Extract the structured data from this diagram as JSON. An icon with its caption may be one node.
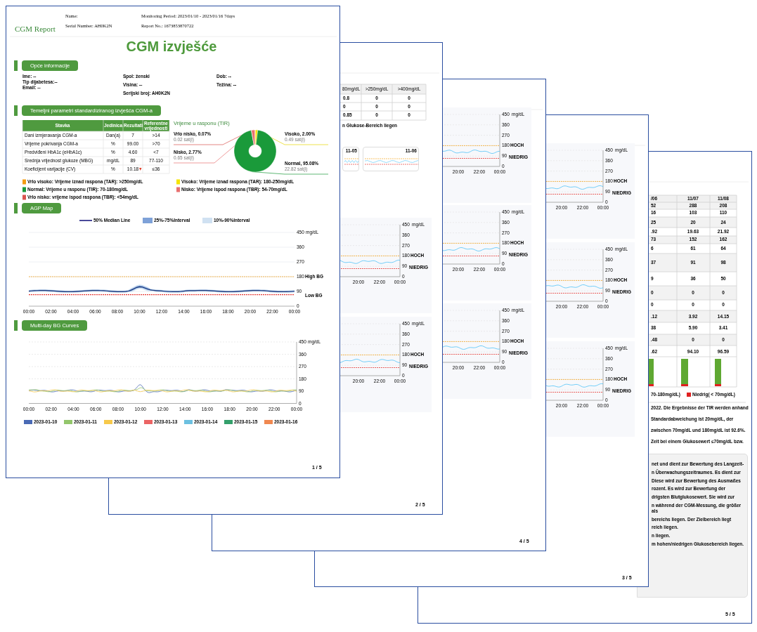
{
  "diagram": {
    "title": "CGM izvješće",
    "nodes": [
      {
        "text": [
          "Opće informacije"
        ]
      },
      {
        "text": [
          "Temeljni parametri standardiziranog izvješća CGM-a"
        ]
      },
      {
        "text": [],
        "shape": "picture"
      },
      {
        "text": [
          "Vrlo nisko, 0.07%",
          "0.02 sat(i)"
        ]
      },
      {
        "text": [
          "Nisko, 2.77%",
          "0.65 sat(i)"
        ]
      },
      {
        "text": [
          "Visoko, 2.00%",
          "0.49 sat(i)"
        ]
      },
      {
        "text": [
          "Normal, 95.08%",
          "22.82 sat(i)"
        ]
      },
      {
        "text": [
          "AGP Map"
        ]
      },
      {
        "text": [
          "Multi-day BG Curves"
        ]
      },
      {
        "text": [
          "11-05"
        ]
      },
      {
        "text": [
          "11-06"
        ]
      },
      {
        "text": [
          "net und dient zur Bewertung des Langzeit-",
          "n Überwachungszeitraumes. Es dient zur",
          "Diese wird zur Bewertung des Ausmaßes",
          "rozent. Es wird zur Bewertung der",
          "drigsten Blutglukosewert. Sie wird zur",
          "n während der CGM-Messung, die größer als",
          "bereichs liegen. Der Zielbereich liegt",
          "reich liegen.",
          "n liegen.",
          "m hohen/niedrigen Glukosebereich liegen."
        ]
      }
    ],
    "edges": [
      {
        "from": 3,
        "to": 2,
        "arrow": "none",
        "color": "#d9534f"
      },
      {
        "from": 4,
        "to": 2,
        "arrow": "none",
        "color": "#e87070"
      },
      {
        "from": 5,
        "to": 2,
        "arrow": "none",
        "color": "#e6d400"
      },
      {
        "from": 6,
        "to": 2,
        "arrow": "none",
        "color": "#1a9a3a"
      }
    ],
    "labels": [
      "CGM Report",
      "Name:",
      "Monitoring Period: 2023/01/10 - 2023/01/16 7days",
      "Serial Number: AH0K2N",
      "Report No.: 1673853870722",
      "Ime: --",
      "Spol: ženski",
      "Dob: --",
      "Tip dijabetesa:--",
      "Visina: --",
      "Težina: --",
      "Email: --",
      "Serijski broj: AH0K2N",
      "Stavka",
      "Jedinica",
      "Rezultati",
      "Referentne vrijednosti",
      "Dani izmjeravanja CGM-a",
      "Dan(a)",
      "7",
      ">14",
      "Vrijeme pokrivanja CGM-a",
      "%",
      "99.00",
      ">70",
      "Predviđeni HbA1c (eHbA1c)",
      "%",
      "4.60",
      "<7",
      "Srednja vrijednost glukoze (MBG)",
      "mg/dL",
      "89",
      "77-110",
      "Koeficijent varijacije (CV)",
      "%",
      "10.18",
      "≤36",
      "Vrijeme u rasponu (TIR)",
      "450",
      "mg/dL",
      "360",
      "270",
      "180",
      "High BG",
      "90",
      "Low BG",
      "0",
      "00:00",
      "02:00",
      "04:00",
      "06:00",
      "08:00",
      "10:00",
      "12:00",
      "14:00",
      "16:00",
      "18:00",
      "20:00",
      "22:00",
      "00:00",
      "450",
      "mg/dL",
      "360",
      "270",
      "180",
      "90",
      "0",
      "00:00",
      "02:00",
      "04:00",
      "06:00",
      "08:00",
      "10:00",
      "12:00",
      "14:00",
      "16:00",
      "18:00",
      "20:00",
      "22:00",
      "00:00",
      "1 / 5",
      "80mg/dL",
      ">250mg/dL",
      ">400mg/dL",
      "0.8",
      "0",
      "0",
      "0",
      "0",
      "0",
      "0.85",
      "0",
      "0",
      "n Glukose-Bereich liegen",
      "450",
      "mg/dL",
      "360",
      "270",
      "180",
      "HOCH",
      "90",
      "NIEDRIG",
      "0",
      "20:00",
      "22:00",
      "00:00",
      "450",
      "mg/dL",
      "360",
      "270",
      "180",
      "HOCH",
      "90",
      "NIEDRIG",
      "0",
      "20:00",
      "22:00",
      "00:00",
      "2 / 5",
      "450",
      "mg/dL",
      "360",
      "270",
      "180",
      "HOCH",
      "90",
      "NIEDRIG",
      "0",
      "20:00",
      "22:00",
      "00:00",
      "450",
      "mg/dL",
      "360",
      "270",
      "180",
      "HOCH",
      "90",
      "NIEDRIG",
      "0",
      "20:00",
      "22:00",
      "00:00",
      "450",
      "mg/dL",
      "360",
      "270",
      "180",
      "HOCH",
      "90",
      "NIEDRIG",
      "0",
      "20:00",
      "22:00",
      "00:00",
      "4 / 5",
      "450",
      "mg/dL",
      "360",
      "270",
      "180",
      "HOCH",
      "90",
      "NIEDRIG",
      "0",
      "20:00",
      "22:00",
      "00:00",
      "450",
      "mg/dL",
      "360",
      "270",
      "180",
      "HOCH",
      "90",
      "NIEDRIG",
      "0",
      "20:00",
      "22:00",
      "00:00",
      "450",
      "mg/dL",
      "360",
      "270",
      "180",
      "HOCH",
      "90",
      "NIEDRIG",
      "0",
      "20:00",
      "22:00",
      "00:00",
      "3 / 5",
      "/06",
      "11/07",
      "11/08",
      "52",
      "288",
      "208",
      "16",
      "103",
      "110",
      "25",
      "20",
      "24",
      ".92",
      "19.63",
      "21.92",
      "73",
      "152",
      "162",
      "6",
      "61",
      "64",
      "37",
      "91",
      "98",
      "9",
      "36",
      "50",
      "0",
      "0",
      "0",
      "0",
      "0",
      "0",
      ".12",
      "3.92",
      "14.15",
      "38",
      "5.90",
      "3.41",
      ".48",
      "0",
      "0",
      ".62",
      "94.10",
      "96.59",
      "70-180mg/dL)",
      "2022. Die Ergebnisse der TIR werden anhand",
      "Standardabweichung ist 20mg/dL, der",
      "zwischen 70mg/dL und 180mg/dL ist 92.6%.",
      "Zeit bei einem Glukosewert ≤70mg/dL bzw.",
      "5 / 5"
    ],
    "legend": [
      {
        "text": "Vrlo visoko: Vrijeme iznad raspona (TAR): >250mg/dL",
        "color": "#f39c12"
      },
      {
        "text": "Visoko: Vrijeme iznad raspona (TAR): 180-250mg/dL",
        "color": "#f5e400"
      },
      {
        "text": "Normal: Vrijeme u rasponu (TIR): 70-180mg/dL",
        "color": "#1a9a3a"
      },
      {
        "text": "Nisko: Vrijeme ispod raspona (TBR): 54-70mg/dL",
        "color": "#e87070"
      },
      {
        "text": "Vrlo nisko: vrijeme ispod raspona (TBR): <54mg/dL",
        "color": "#d9534f"
      },
      {
        "text": "50% Median Line"
      },
      {
        "text": "25%-75%Interval",
        "color": "#7ea1d8"
      },
      {
        "text": "10%-90%Interval",
        "color": "#d0e1f2"
      },
      {
        "text": "2023-01-10",
        "color": "#4a6ab5"
      },
      {
        "text": "2023-01-11",
        "color": "#93c66b"
      },
      {
        "text": "2023-01-12",
        "color": "#f7c94b"
      },
      {
        "text": "2023-01-13",
        "color": "#eb6464"
      },
      {
        "text": "2023-01-14",
        "color": "#6cc0e0"
      },
      {
        "text": "2023-01-15",
        "color": "#34a06b"
      },
      {
        "text": "2023-01-16",
        "color": "#f08850"
      },
      {
        "text": "Niedrig( < 70mg/dL)",
        "color": "#e02020"
      }
    ]
  }
}
